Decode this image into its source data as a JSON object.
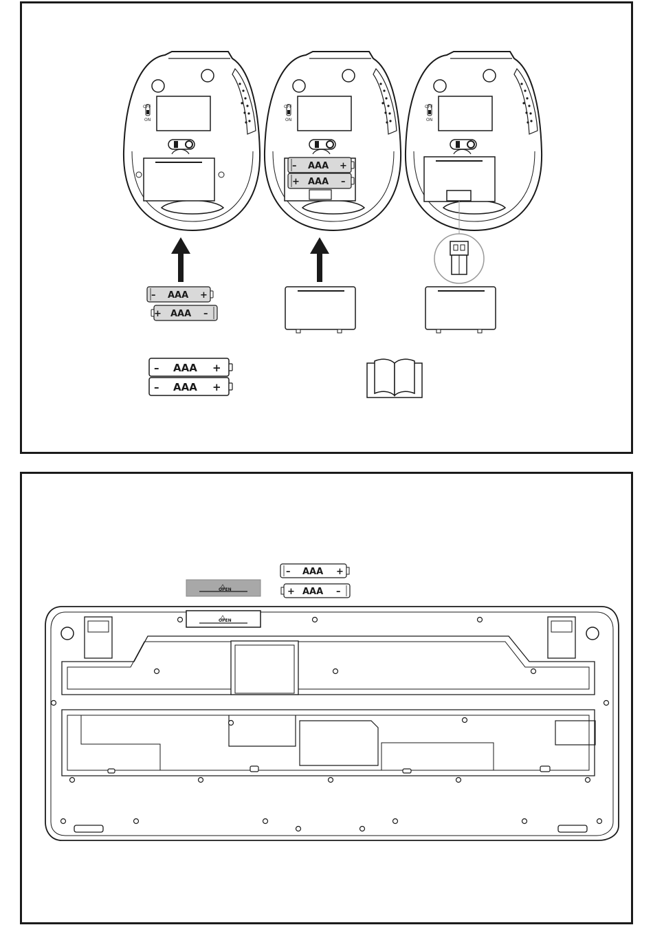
{
  "battery": {
    "label": "AAA",
    "minus": "–",
    "plus": "+"
  },
  "mouse": {
    "switch_off": "OFF",
    "switch_on": "ON"
  },
  "keyboard": {
    "cover_label": "OPEN"
  },
  "colors": {
    "line": "#1a1a1a",
    "grey_fill": "#d9d9d9",
    "cover_fill": "#a8a8a8"
  },
  "icons": [
    "arrow-up-icon",
    "manual-book-icon",
    "usb-receiver-icon"
  ]
}
